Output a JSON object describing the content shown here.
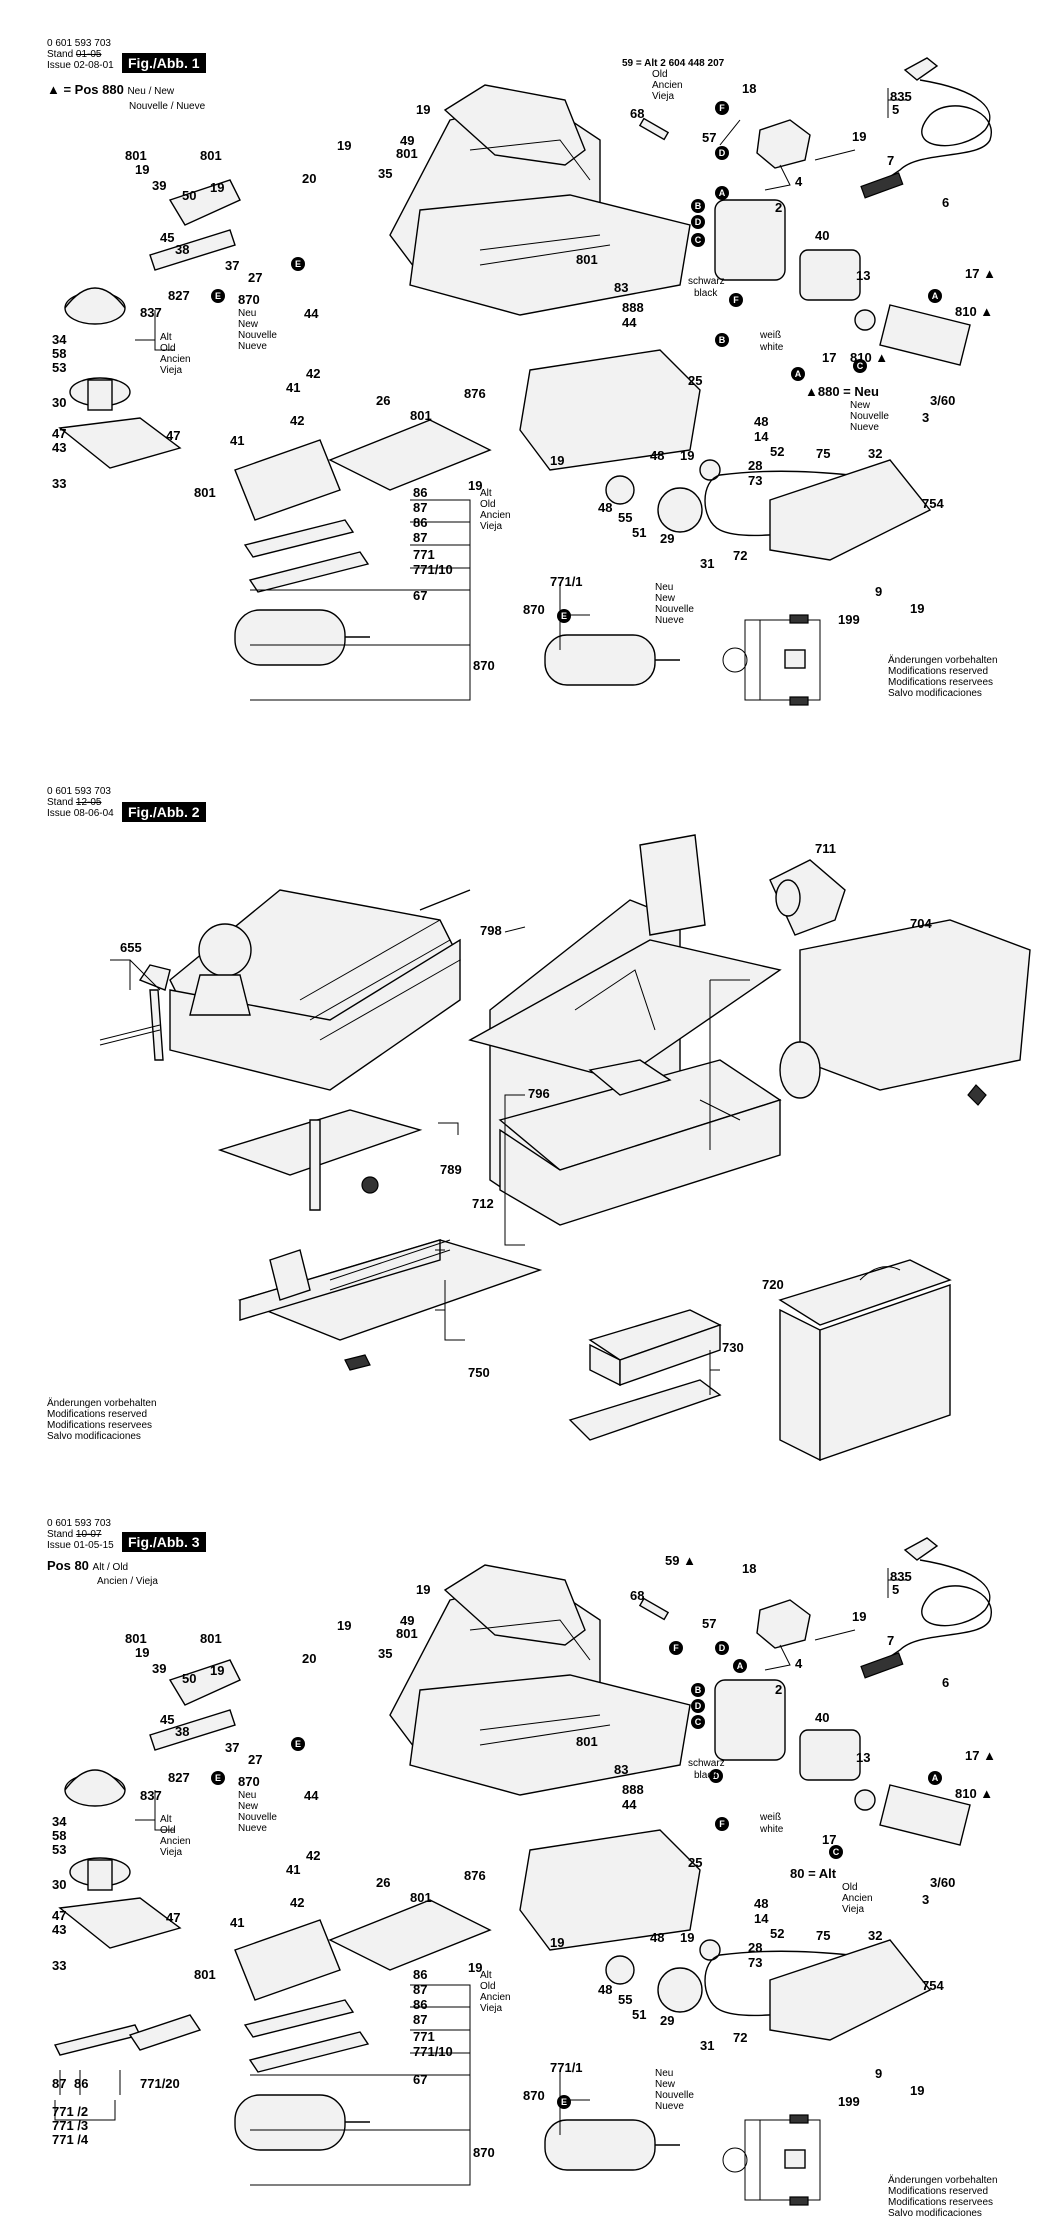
{
  "sheets": [
    {
      "doc_number": "0 601 593 703",
      "stand_label": "Stand",
      "stand_value": "01-05",
      "issue_label": "Issue",
      "issue_value": "02-08-01",
      "fig_label": "Fig./Abb. 1",
      "pos_note_main": "▲ = Pos 880",
      "pos_note_lang": "Neu / New",
      "pos_note_lang2": "Nouvelle / Nueve",
      "alt_note": "59 = Alt 2 604 448 207",
      "alt_lang": [
        "Old",
        "Ancien",
        "Vieja"
      ],
      "footer": [
        "Änderungen vorbehalten",
        "Modifications reserved",
        "Modifications reservees",
        "Salvo modificaciones"
      ]
    },
    {
      "doc_number": "0 601 593 703",
      "stand_label": "Stand",
      "stand_value": "12-05",
      "issue_label": "Issue",
      "issue_value": "08-06-04",
      "fig_label": "Fig./Abb. 2",
      "footer": [
        "Änderungen vorbehalten",
        "Modifications reserved",
        "Modifications reservees",
        "Salvo modificaciones"
      ]
    },
    {
      "doc_number": "0 601 593 703",
      "stand_label": "Stand",
      "stand_value": "10-07",
      "issue_label": "Issue",
      "issue_value": "01-05-15",
      "fig_label": "Fig./Abb. 3",
      "pos_note_main": "Pos 80",
      "pos_note_lang": "Alt / Old",
      "pos_note_lang2": "Ancien / Vieja",
      "footer": [
        "Änderungen vorbehalten",
        "Modifications reserved",
        "Modifications reservees",
        "Salvo modificaciones"
      ]
    }
  ],
  "labels_fig1": {
    "p835": "835",
    "p5": "5",
    "p19a": "19",
    "p7": "7",
    "p6": "6",
    "p68": "68",
    "p18": "18",
    "p57": "57",
    "p4": "4",
    "p49": "49",
    "p801a": "801",
    "p19b": "19",
    "p35": "35",
    "p20": "20",
    "p801b": "801",
    "p19c": "19",
    "p39": "39",
    "p801c": "801",
    "p19d": "19",
    "p50": "50",
    "p45": "45",
    "p38": "38",
    "p37": "37",
    "p27": "27",
    "p827": "827",
    "p870a": "870",
    "p837": "837",
    "p34": "34",
    "p58": "58",
    "p53": "53",
    "p30": "30",
    "p47a": "47",
    "p47b": "47",
    "p43": "43",
    "p33": "33",
    "p44a": "44",
    "p801d": "801",
    "p83": "83",
    "p888": "888",
    "p44b": "44",
    "p42a": "42",
    "p41a": "41",
    "p42b": "42",
    "p26": "26",
    "p41b": "41",
    "p801e": "801",
    "p876": "876",
    "p801f": "801",
    "p19e": "19",
    "p2": "2",
    "p40": "40",
    "p13": "13",
    "p17a": "17 ▲",
    "p810a": "810 ▲",
    "p17b": "17",
    "p810b": "810 ▲",
    "p3_60": "3/60",
    "p3": "3",
    "p25": "25",
    "p880": "▲880 = Neu",
    "p48a": "48",
    "p14": "14",
    "p52": "52",
    "p19f": "19",
    "p48b": "48",
    "p19g": "19",
    "p28": "28",
    "p73": "73",
    "p75": "75",
    "p32": "32",
    "p48c": "48",
    "p55": "55",
    "p51": "51",
    "p29": "29",
    "p31": "31",
    "p72": "72",
    "p754": "754",
    "p9": "9",
    "p19h": "19",
    "p199": "199",
    "p86a": "86",
    "p87a": "87",
    "p86b": "86",
    "p87b": "87",
    "p771": "771",
    "p771_10": "771/10",
    "p67": "67",
    "p870b": "870",
    "p870c": "870",
    "p771_1": "771/1",
    "alt_old": [
      "Alt",
      "Old",
      "Ancien",
      "Vieja"
    ],
    "neu_new": [
      "Neu",
      "New",
      "Nouvelle",
      "Nueve"
    ],
    "neu_new_880": [
      "New",
      "Nouvelle",
      "Nueve"
    ],
    "schwarz": "schwarz",
    "black": "black",
    "weiss": "weiß",
    "white": "white"
  },
  "labels_fig2": {
    "p655": "655",
    "p798": "798",
    "p711": "711",
    "p704": "704",
    "p789": "789",
    "p796": "796",
    "p712": "712",
    "p750": "750",
    "p720": "720",
    "p730": "730"
  },
  "labels_fig3": {
    "p835": "835",
    "p5": "5",
    "p19a": "19",
    "p7": "7",
    "p6": "6",
    "p59": "59 ▲",
    "p18": "18",
    "p68": "68",
    "p57": "57",
    "p4": "4",
    "p19b": "19",
    "p49": "49",
    "p801a": "801",
    "p19c": "19",
    "p35": "35",
    "p20": "20",
    "p801b": "801",
    "p19d": "19",
    "p39": "39",
    "p801c": "801",
    "p19e": "19",
    "p50": "50",
    "p45": "45",
    "p38": "38",
    "p37": "37",
    "p27": "27",
    "p827": "827",
    "p870a": "870",
    "p837": "837",
    "p34": "34",
    "p58": "58",
    "p53": "53",
    "p30": "30",
    "p47a": "47",
    "p47b": "47",
    "p43": "43",
    "p33": "33",
    "p44a": "44",
    "p801d": "801",
    "p83": "83",
    "p888": "888",
    "p44b": "44",
    "p42a": "42",
    "p41a": "41",
    "p42b": "42",
    "p26": "26",
    "p41b": "41",
    "p801e": "801",
    "p876": "876",
    "p801f": "801",
    "p19f": "19",
    "p2": "2",
    "p40": "40",
    "p13": "13",
    "p17a": "17 ▲",
    "p810a": "810 ▲",
    "p17b": "17",
    "p3_60": "3/60",
    "p3": "3",
    "p25": "25",
    "p80": "80 = Alt",
    "p48a": "48",
    "p14": "14",
    "p52": "52",
    "p19g": "19",
    "p48b": "48",
    "p19h": "19",
    "p28": "28",
    "p73": "73",
    "p75": "75",
    "p32": "32",
    "p48c": "48",
    "p55": "55",
    "p51": "51",
    "p29": "29",
    "p31": "31",
    "p72": "72",
    "p754": "754",
    "p9": "9",
    "p19i": "19",
    "p199": "199",
    "p86a": "86",
    "p87a": "87",
    "p86b": "86",
    "p87b": "87",
    "p771": "771",
    "p771_10": "771/10",
    "p67": "67",
    "p870b": "870",
    "p870c": "870",
    "p771_1": "771/1",
    "p87c": "87",
    "p86c": "86",
    "p771_20": "771/20",
    "p771_2": "771 /2",
    "p771_3": "771 /3",
    "p771_4": "771 /4",
    "alt_old": [
      "Alt",
      "Old",
      "Ancien",
      "Vieja"
    ],
    "alt_old_80": [
      "Old",
      "Ancien",
      "Vieja"
    ],
    "neu_new": [
      "Neu",
      "New",
      "Nouvelle",
      "Nueve"
    ],
    "schwarz": "schwarz",
    "black": "black",
    "weiss": "weiß",
    "white": "white"
  },
  "badges": {
    "A": "A",
    "B": "B",
    "C": "C",
    "D": "D",
    "E": "E",
    "F": "F"
  }
}
